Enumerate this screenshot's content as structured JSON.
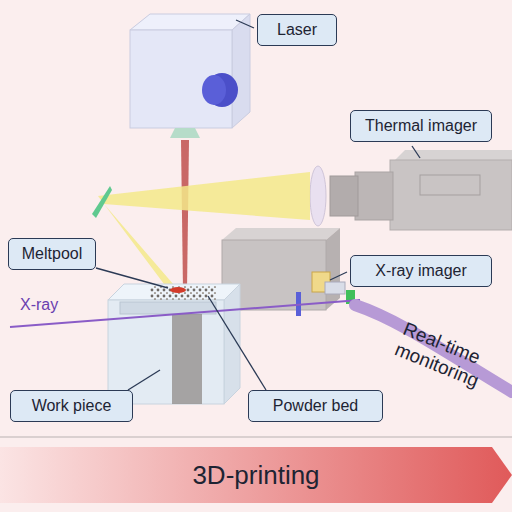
{
  "diagram": {
    "nodes": [
      {
        "text": [
          "Laser"
        ]
      },
      {
        "text": [
          "Thermal imager"
        ]
      },
      {
        "text": [
          "Meltpool"
        ]
      },
      {
        "text": [
          "X-ray imager"
        ]
      },
      {
        "text": [
          "Work piece"
        ]
      },
      {
        "text": [
          "Powder bed"
        ]
      },
      {
        "text": [
          "3D-printing"
        ]
      }
    ],
    "labels": [
      "X-ray",
      "Real-time monitoring"
    ]
  }
}
